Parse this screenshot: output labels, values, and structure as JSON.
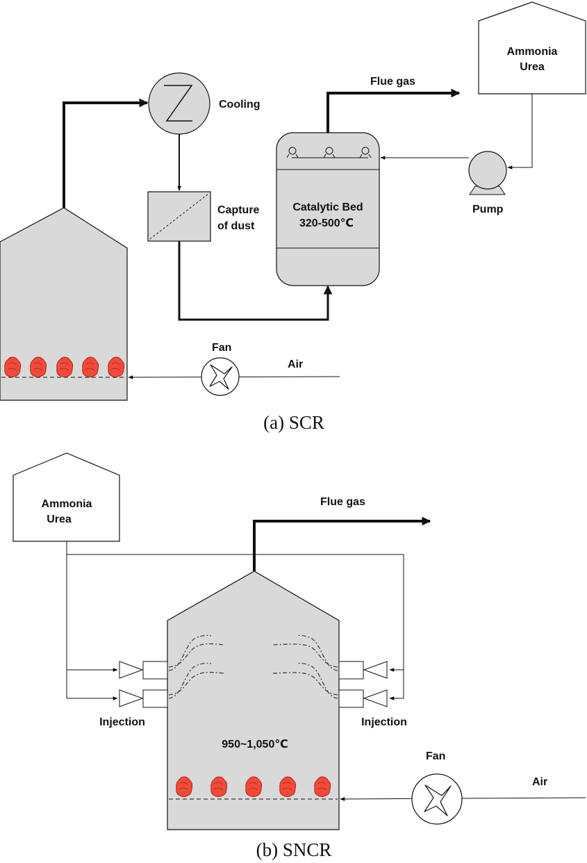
{
  "colors": {
    "vessel_fill": "#d9d9d9",
    "flame": "#f04a3a",
    "flame_edge": "#b02418",
    "line": "#111111",
    "background": "#ffffff"
  },
  "scr": {
    "caption": "(a) SCR",
    "cooling": "Cooling",
    "capture_line1": "Capture",
    "capture_line2": "of dust",
    "flue_gas": "Flue gas",
    "tank_line1": "Ammonia",
    "tank_line2": "Urea",
    "catalytic_line1": "Catalytic  Bed",
    "catalytic_line2": "320-500℃",
    "pump": "Pump",
    "fan": "Fan",
    "air": "Air"
  },
  "sncr": {
    "caption": "(b) SNCR",
    "tank_line1": "Ammonia",
    "tank_line2": "Urea",
    "flue_gas": "Flue gas",
    "injection_left": "Injection",
    "injection_right": "Injection",
    "temperature": "950~1,050℃",
    "fan": "Fan",
    "air": "Air"
  },
  "icons": [
    "cooling-coil-icon",
    "dust-filter-icon",
    "pump-icon",
    "fan-icon",
    "flame-icon",
    "nozzle-icon",
    "spray-icon"
  ]
}
